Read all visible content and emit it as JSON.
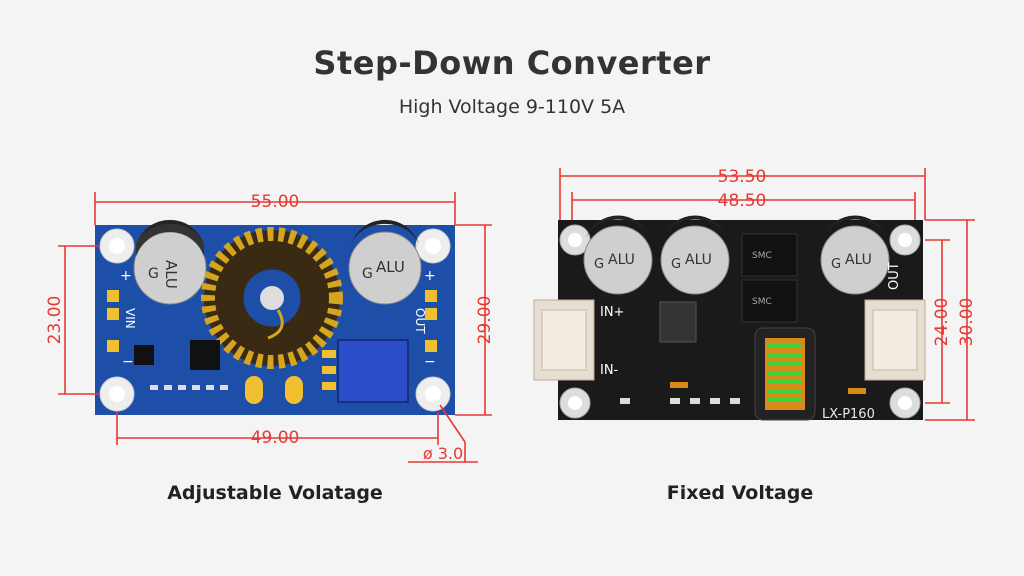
{
  "header": {
    "title": "Step-Down Converter",
    "subtitle": "High Voltage 9-110V 5A"
  },
  "left_board": {
    "caption": "Adjustable Volatage",
    "width_top": "55.00",
    "width_holes": "49.00",
    "height_holes": "23.00",
    "height_total": "29.00",
    "hole_diameter": "ø 3.0",
    "cap_label_1": "ALU",
    "cap_label_2": "G",
    "vin_label": "VIN",
    "out_label": "OUT",
    "plus_label": "+",
    "minus_label": "−",
    "pcb_color": "#1e4fa8"
  },
  "right_board": {
    "caption": "Fixed Voltage",
    "width_top": "53.50",
    "width_holes": "48.50",
    "height_holes": "24.00",
    "height_total": "30.00",
    "cap_label_1": "ALU",
    "cap_label_2": "G",
    "vin_plus": "IN+",
    "vin_minus": "IN-",
    "out_label": "OUT",
    "model": "LX-P160",
    "diode_1": "SMC",
    "diode_2": "SMC",
    "pcb_color": "#1a1a1a"
  },
  "colors": {
    "dimension": "#e53935",
    "title": "#333333"
  }
}
